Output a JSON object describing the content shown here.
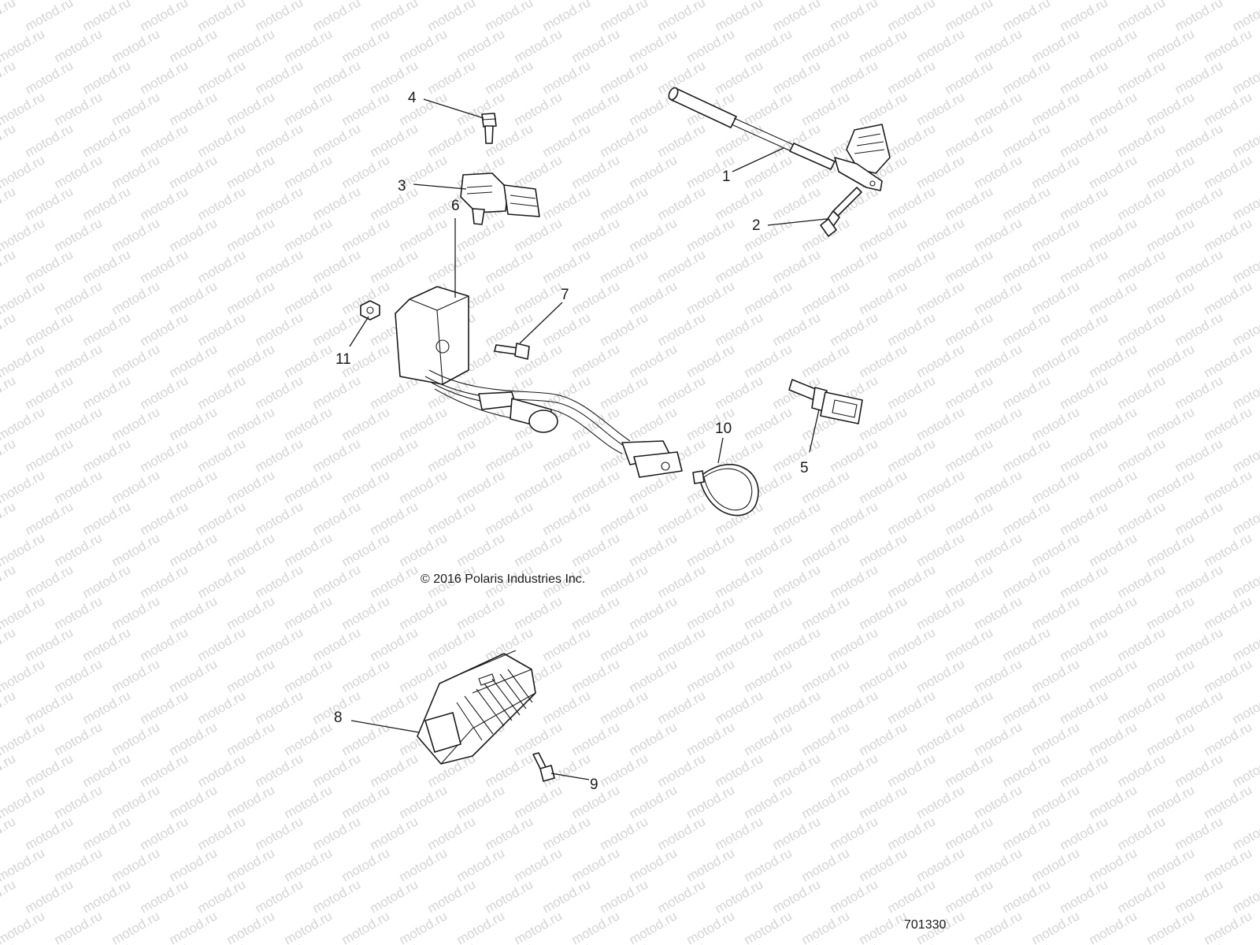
{
  "watermark_text": "motod.ru",
  "copyright": "© 2016  Polaris Industries Inc.",
  "drawing_number": "701330",
  "callouts": [
    "1",
    "2",
    "3",
    "4",
    "5",
    "6",
    "7",
    "8",
    "9",
    "10",
    "11"
  ],
  "colors": {
    "line": "#1a1a1a",
    "watermark": "#d4d4d4",
    "background": "#ffffff"
  }
}
